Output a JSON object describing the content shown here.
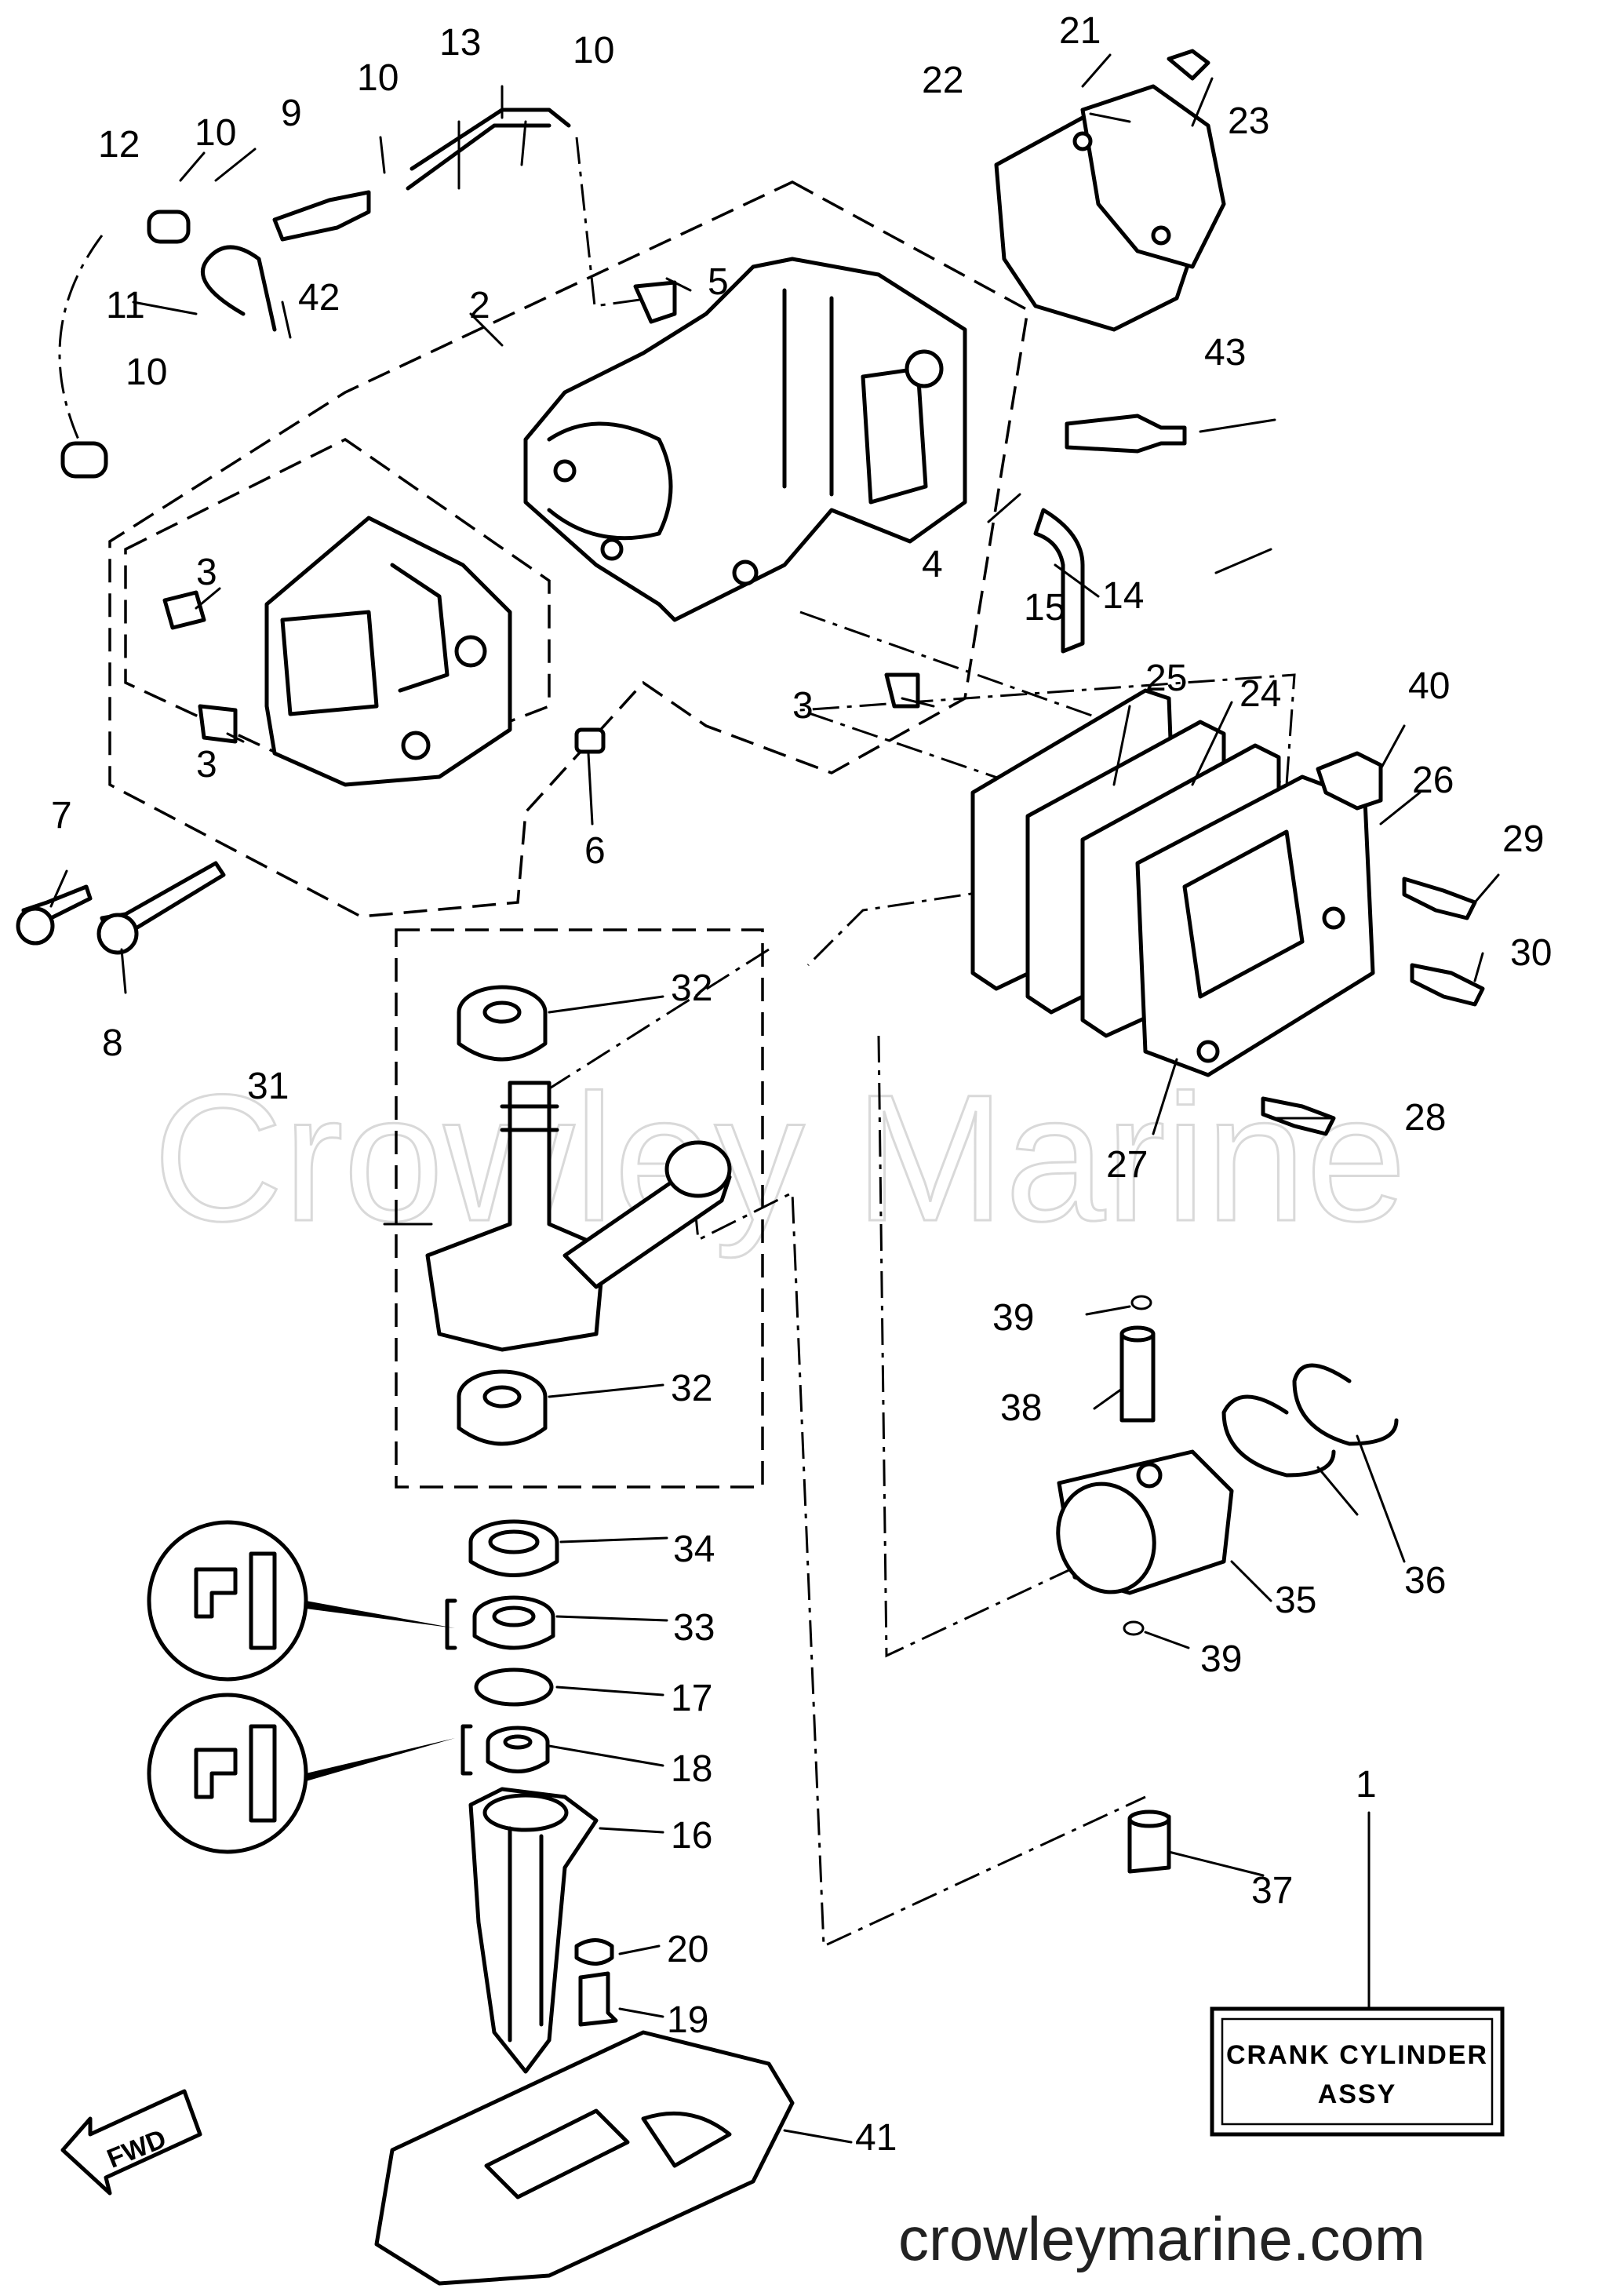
{
  "watermark": "Crowley Marine",
  "site_url": "crowleymarine.com",
  "assembly_box": {
    "line1": "CRANK CYLINDER",
    "line2": "ASSY"
  },
  "fwd_label": "FWD",
  "callouts": {
    "p1": "1",
    "p2": "2",
    "p3a": "3",
    "p3b": "3",
    "p3c": "3",
    "p4": "4",
    "p5": "5",
    "p6": "6",
    "p7": "7",
    "p8": "8",
    "p9": "9",
    "p10a": "10",
    "p10b": "10",
    "p10c": "10",
    "p10d": "10",
    "p11": "11",
    "p12": "12",
    "p13": "13",
    "p14": "14",
    "p15": "15",
    "p16": "16",
    "p17": "17",
    "p18": "18",
    "p19": "19",
    "p20": "20",
    "p21": "21",
    "p22": "22",
    "p23": "23",
    "p24": "24",
    "p25": "25",
    "p26": "26",
    "p27": "27",
    "p28": "28",
    "p29": "29",
    "p30": "30",
    "p31": "31",
    "p32a": "32",
    "p32b": "32",
    "p33": "33",
    "p34": "34",
    "p35": "35",
    "p36": "36",
    "p37": "37",
    "p38": "38",
    "p39a": "39",
    "p39b": "39",
    "p40": "40",
    "p41": "41",
    "p42": "42",
    "p43": "43"
  }
}
